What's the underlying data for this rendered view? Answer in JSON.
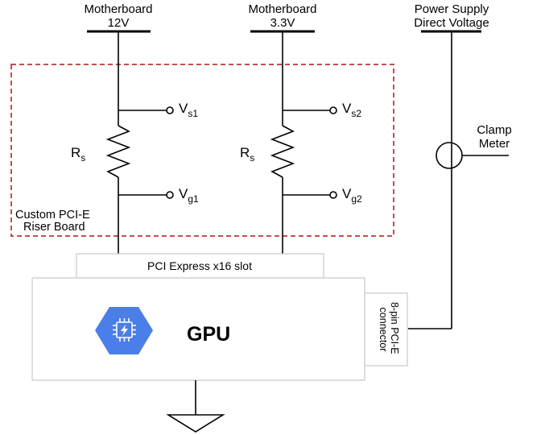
{
  "sources": {
    "mb12": {
      "line1": "Motherboard",
      "line2": "12V"
    },
    "mb33": {
      "line1": "Motherboard",
      "line2": "3.3V"
    },
    "psu": {
      "line1": "Power Supply",
      "line2": "Direct Voltage"
    }
  },
  "resistor_label": "R",
  "resistor_sub": "s",
  "taps": {
    "vs1": {
      "main": "V",
      "sub": "s1"
    },
    "vg1": {
      "main": "V",
      "sub": "g1"
    },
    "vs2": {
      "main": "V",
      "sub": "s2"
    },
    "vg2": {
      "main": "V",
      "sub": "g2"
    }
  },
  "riser": {
    "line1": "Custom PCI-E",
    "line2": "Riser Board",
    "color": "#c0504d"
  },
  "slot_label": "PCI Express x16 slot",
  "gpu_label": "GPU",
  "connector": {
    "line1": "8-pin PCI-E",
    "line2": "connector"
  },
  "clamp": {
    "line1": "Clamp",
    "line2": "Meter"
  },
  "logo_color": "#4a7ee8",
  "icon": "gpu-chip-icon"
}
